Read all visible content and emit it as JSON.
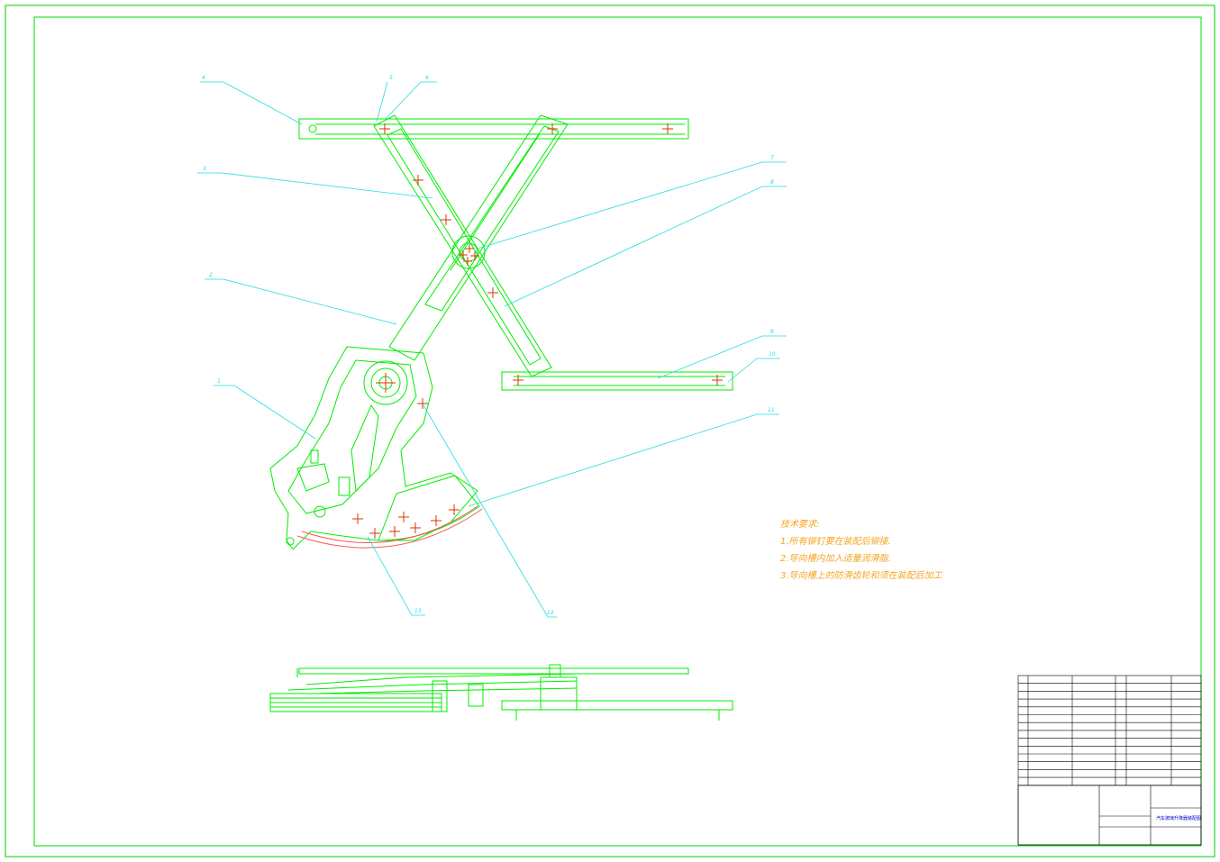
{
  "drawing": {
    "notes_title": "技术要求:",
    "notes": [
      "1.所有铆钉要在装配后铆接.",
      "2.导向槽内加入适量润滑脂.",
      "3.导向槽上的防滑齿轮和须在装配后加工"
    ],
    "balloons": [
      "4",
      "5",
      "6",
      "3",
      "7",
      "8",
      "2",
      "9",
      "10",
      "1",
      "11",
      "12",
      "13"
    ],
    "title_block": {
      "drawing_title": "汽车玻璃升降器装配图"
    }
  },
  "colors": {
    "border": "#00dd00",
    "part_lines": "#00ee00",
    "leader_lines": "#22dddd",
    "center_marks": "#ff3300",
    "notes_text": "#f5a623",
    "hatch": "#ff4444"
  }
}
